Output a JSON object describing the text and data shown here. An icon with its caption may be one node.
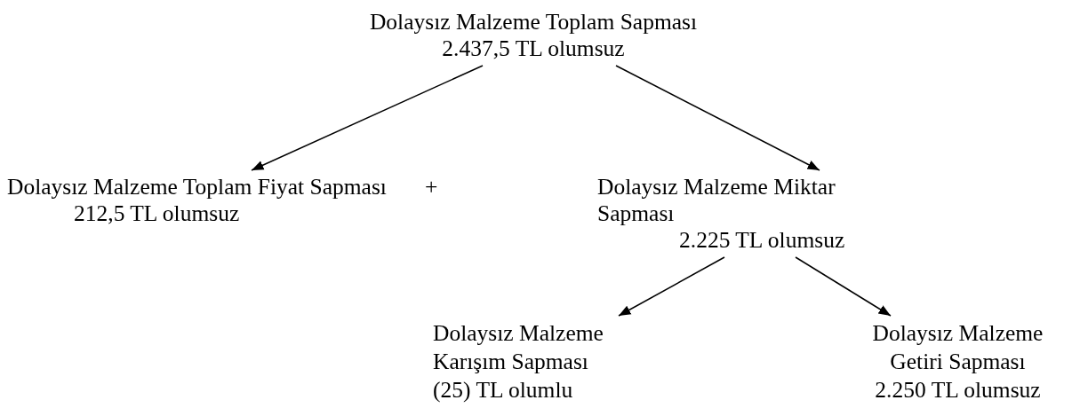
{
  "diagram": {
    "nodes": [
      {
        "text": [
          "Dolaysız Malzeme Toplam Sapması",
          "2.437,5 TL olumsuz"
        ]
      },
      {
        "text": [
          "Dolaysız Malzeme Toplam Fiyat Sapması",
          "212,5 TL olumsuz"
        ]
      },
      {
        "text": [
          "Dolaysız Malzeme Miktar Sapması",
          "2.225 TL olumsuz"
        ]
      },
      {
        "text": [
          "Dolaysız Malzeme Karışım Sapması",
          "(25) TL olumlu"
        ]
      },
      {
        "text": [
          "Dolaysız Malzeme Getiri Sapması",
          "2.250 TL olumsuz"
        ]
      }
    ],
    "edges": [
      {
        "from": 0,
        "to": 1,
        "arrow": "to"
      },
      {
        "from": 0,
        "to": 2,
        "arrow": "to"
      },
      {
        "from": 2,
        "to": 3,
        "arrow": "to"
      },
      {
        "from": 2,
        "to": 4,
        "arrow": "to"
      }
    ],
    "labels": [
      "+"
    ]
  }
}
